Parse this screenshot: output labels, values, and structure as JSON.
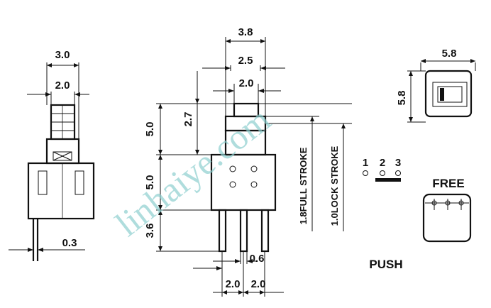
{
  "colors": {
    "lines": "#111111",
    "watermark": "#8ecfcf",
    "background": "#ffffff"
  },
  "dims": {
    "side_width": "3.0",
    "side_plunger": "2.0",
    "side_pin": "0.3",
    "top_width": "3.8",
    "top_mid": "2.5",
    "top_inner": "2.0",
    "h_total_upper": "5.0",
    "h_plunger": "2.7",
    "h_body": "5.0",
    "h_pin": "3.6",
    "pin_thick": "0.6",
    "pitch_1": "2.0",
    "pitch_2": "2.0",
    "square_w": "5.8",
    "square_h": "5.8"
  },
  "labels": {
    "full_stroke": "1.8FULL STROKE",
    "lock_stroke": "1.0LOCK STROKE",
    "pin_1": "1",
    "pin_2": "2",
    "pin_3": "3",
    "free": "FREE",
    "push": "PUSH",
    "watermark": "linhaiye.com"
  }
}
